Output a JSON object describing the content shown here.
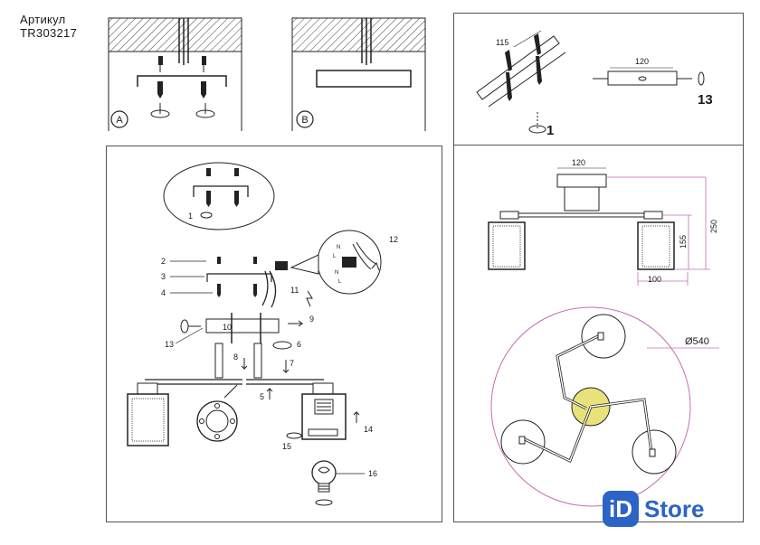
{
  "article": {
    "label": "Артикул",
    "code": "TR303217"
  },
  "variants": {
    "a": "A",
    "b": "B"
  },
  "callouts": {
    "n1": "1",
    "n2": "2",
    "n3": "3",
    "n4": "4",
    "n5": "5",
    "n6": "6",
    "n7": "7",
    "n8": "8",
    "n9": "9",
    "n10": "10",
    "n11": "11",
    "n12": "12",
    "n13": "13",
    "n14": "14",
    "n15": "15",
    "n16": "16"
  },
  "dimensions": {
    "d115": "115",
    "d120_top": "120",
    "d120_side": "120",
    "d250": "250",
    "d155": "155",
    "d100": "100",
    "diameter": "Ø540"
  },
  "step_labels": {
    "big1": "1",
    "big13": "13"
  },
  "wiring": {
    "n_upper": "N",
    "l_upper": "L",
    "n_lower": "N",
    "l_lower": "L"
  },
  "logo": {
    "badge": "iD",
    "text": "Store"
  },
  "colors": {
    "accent_pink": "#c76bb0",
    "logo_blue": "#2b64c6",
    "lamp_highlight": "#e8e27a"
  }
}
